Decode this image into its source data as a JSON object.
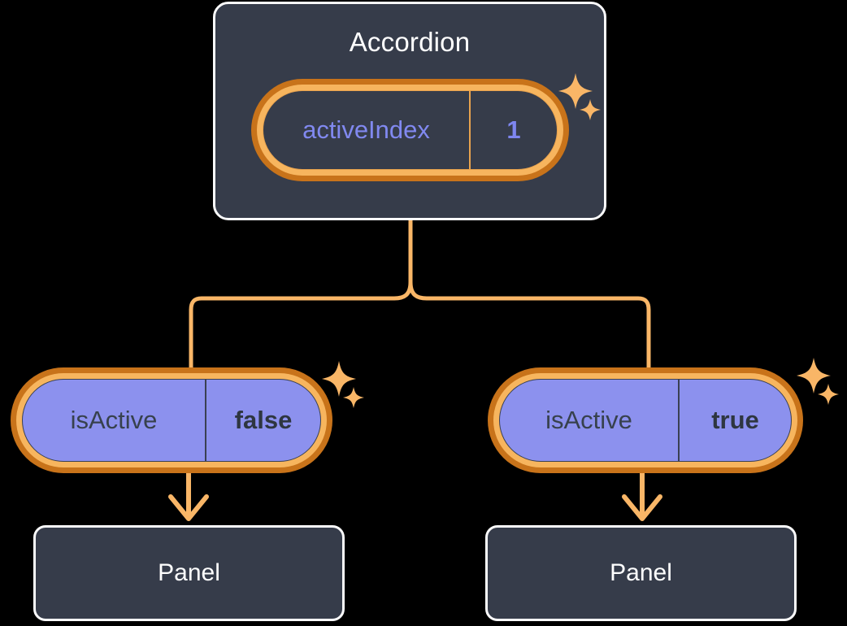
{
  "diagram": {
    "title_node": {
      "label": "Accordion"
    },
    "colors": {
      "background": "#000000",
      "node_fill": "#363C4A",
      "node_border": "#FBFBFC",
      "ring_outer": "#C8731A",
      "ring_inner": "#F7B55E",
      "connector": "#F9B667",
      "sparkle": "#F9B667",
      "state_pill_fill": "#8C91EE",
      "state_text_dark": "#37414D",
      "state_text_purple": "#8189F0"
    },
    "root": {
      "name": "accordion-card",
      "title": "Accordion",
      "state": {
        "key": "activeIndex",
        "value": "1"
      },
      "sparkles": "sparkle-pair-icon"
    },
    "branches": [
      {
        "id": "left",
        "state": {
          "key": "isActive",
          "value": "false"
        },
        "child": {
          "label": "Panel"
        },
        "sparkles": "sparkle-pair-icon"
      },
      {
        "id": "right",
        "state": {
          "key": "isActive",
          "value": "true"
        },
        "child": {
          "label": "Panel"
        },
        "sparkles": "sparkle-pair-icon"
      }
    ]
  }
}
